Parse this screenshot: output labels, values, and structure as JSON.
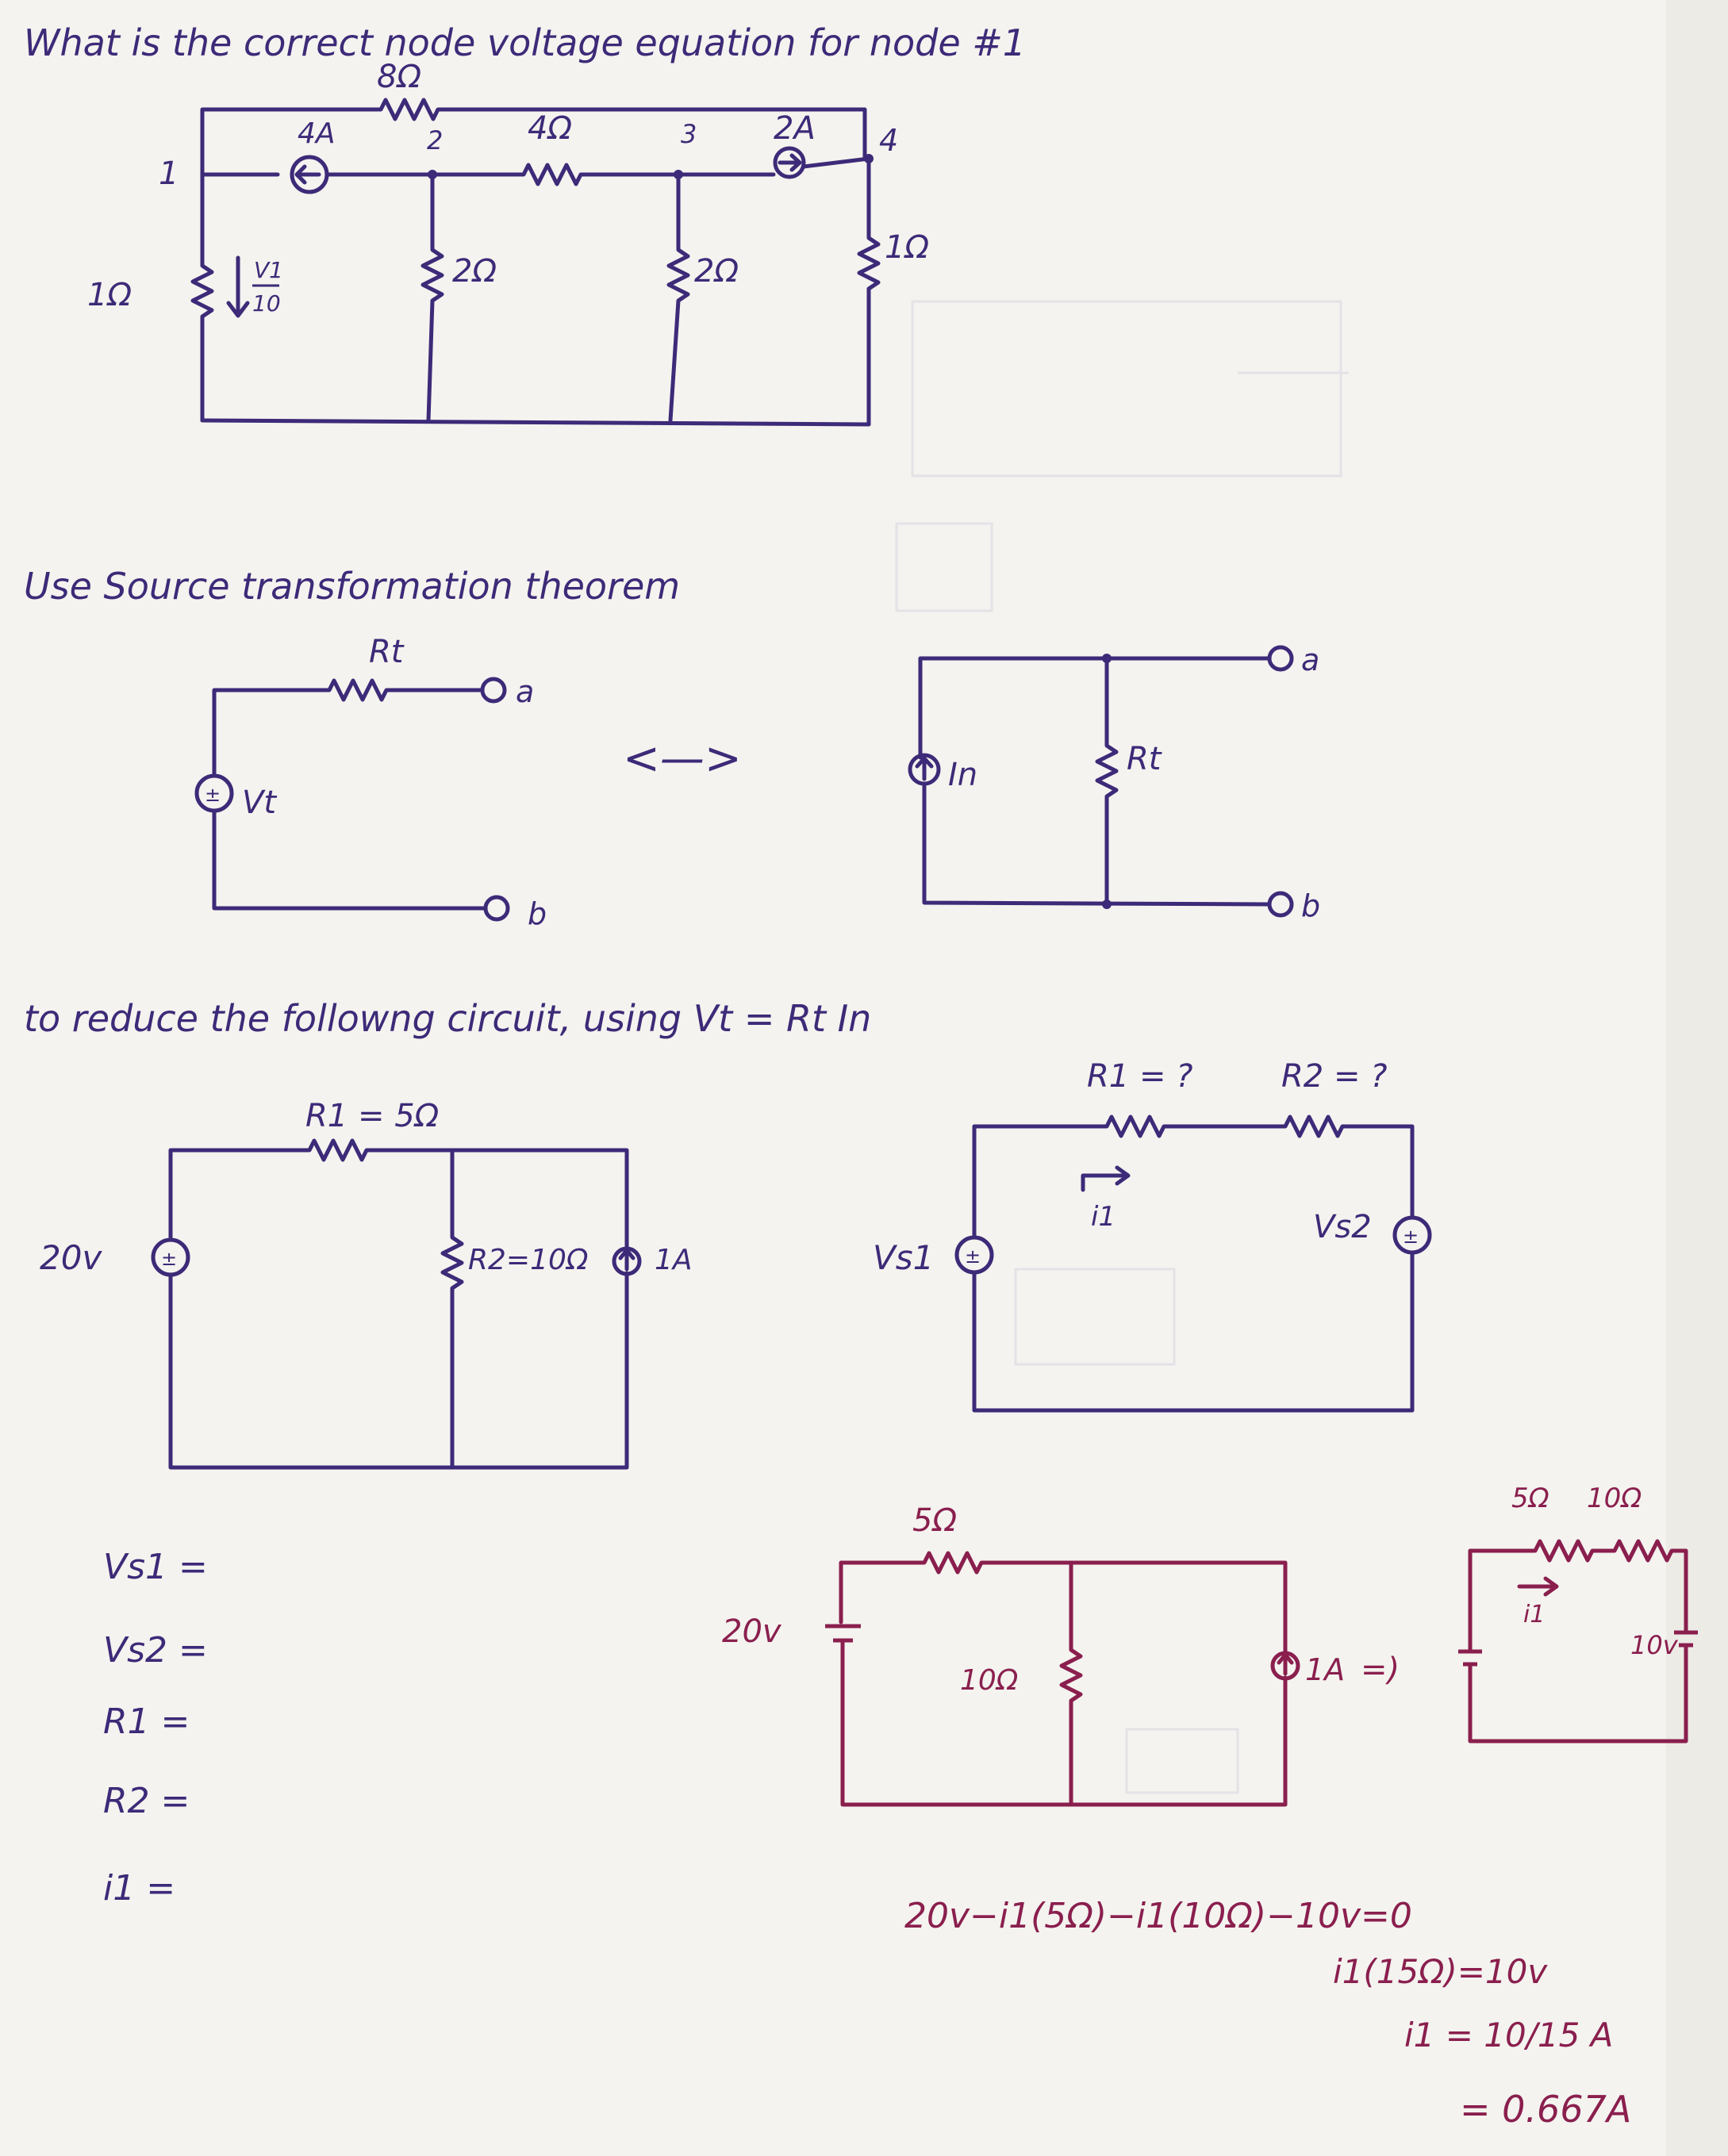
{
  "question1": "What is the correct node voltage equation for node #1",
  "circuit1": {
    "top_resistor": "8Ω",
    "src_4A": "4A",
    "res_4ohm": "4Ω",
    "src_2A": "2A",
    "node_1": "1",
    "node_2": "2",
    "node_3": "3",
    "node_4": "4",
    "res_left": "1Ω",
    "dep_num": "V1",
    "dep_den": "10",
    "res_2a": "2Ω",
    "res_2b": "2Ω",
    "res_right": "1Ω"
  },
  "question2_line1": "Use Source transformation theorem",
  "transform": {
    "rt": "Rt",
    "vt": "Vt",
    "in": "In",
    "rt2": "Rt",
    "a": "a",
    "b": "b",
    "a2": "a",
    "b2": "b",
    "arrow": "<—>"
  },
  "question2_line2": "to reduce the followng circuit, using Vt = Rt In",
  "circuit2": {
    "r1": "R1 = 5Ω",
    "source": "20v",
    "r2": "R2=10Ω",
    "current": "1A"
  },
  "circuit3": {
    "r1": "R1 = ?",
    "r2": "R2 = ?",
    "vs1": "Vs1",
    "vs2": "Vs2",
    "i1": "i1"
  },
  "answers": [
    "Vs1 =",
    "Vs2 =",
    "R1 =",
    "R2 =",
    "i1 ="
  ],
  "solution": {
    "r5": "5Ω",
    "v20": "20v",
    "r10": "10Ω",
    "i1a": "1A",
    "arrow": "=)",
    "r5b": "5Ω",
    "r10b": "10Ω",
    "i1": "i1",
    "v10": "10v",
    "eq1": "20v−i1(5Ω)−i1(10Ω)−10v=0",
    "eq2": "i1(15Ω)=10v",
    "eq3": "i1 = 10/15 A",
    "eq4": "= 0.667A"
  }
}
